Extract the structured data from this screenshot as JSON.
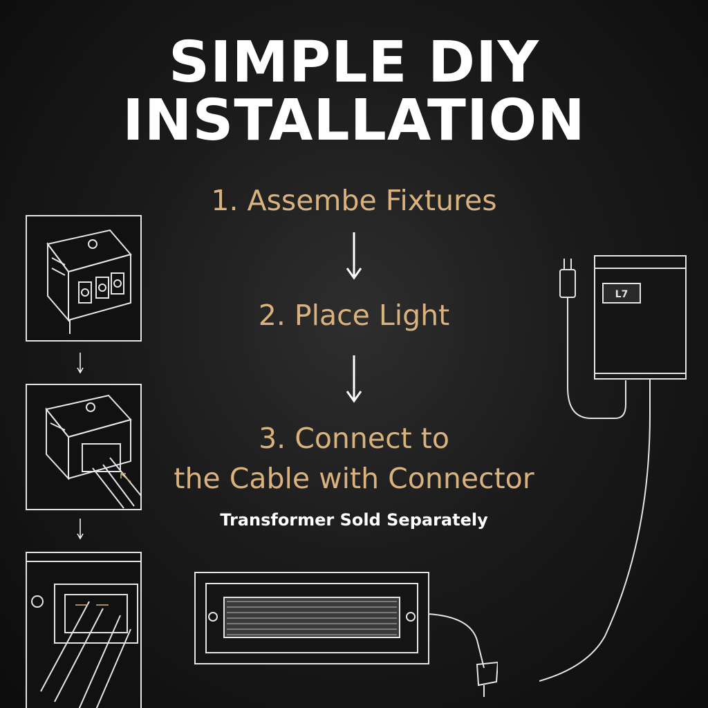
{
  "title": {
    "line1": "SIMPLE DIY",
    "line2": "INSTALLATION"
  },
  "steps": {
    "step1": "1. Assembe Fixtures",
    "step2": "2. Place Light",
    "step3_line1": "3. Connect to",
    "step3_line2": "the Cable with Connector"
  },
  "note": "Transformer Sold Separately",
  "colors": {
    "background": "#1b1b1b",
    "title": "#ffffff",
    "step_text": "#d9b27e",
    "line_art": "#e6e6e6"
  },
  "icons": {
    "arrows": "down-arrow-icon",
    "fixture": "fixture-line-art",
    "transformer": "transformer-icon",
    "light": "step-light-icon"
  }
}
